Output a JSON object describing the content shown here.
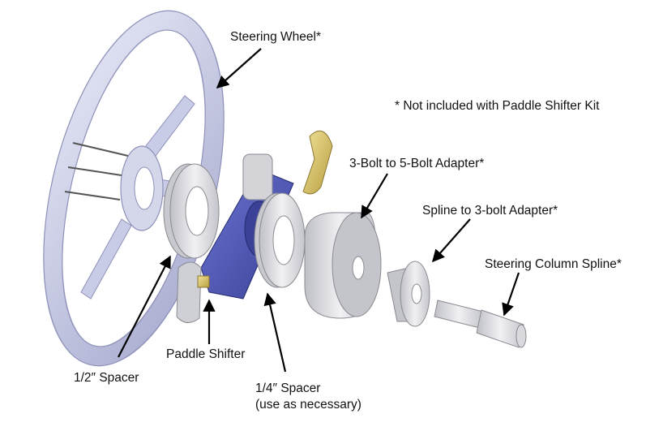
{
  "labels": {
    "steering_wheel": "Steering Wheel*",
    "not_included": "* Not included with Paddle Shifter Kit",
    "adapter_3_to_5": "3-Bolt to 5-Bolt Adapter*",
    "spline_adapter": "Spline to 3-bolt Adapter*",
    "column_spline": "Steering Column Spline*",
    "paddle_shifter": "Paddle Shifter",
    "half_spacer": "1/2″ Spacer",
    "quarter_spacer_line1": "1/4″ Spacer",
    "quarter_spacer_line2": "(use as necessary)"
  },
  "colors": {
    "wheel": "#c9cce6",
    "metal": "#d9d9de",
    "blue_plate": "#4d57b8",
    "gold": "#d9c46a",
    "text": "#111111"
  }
}
